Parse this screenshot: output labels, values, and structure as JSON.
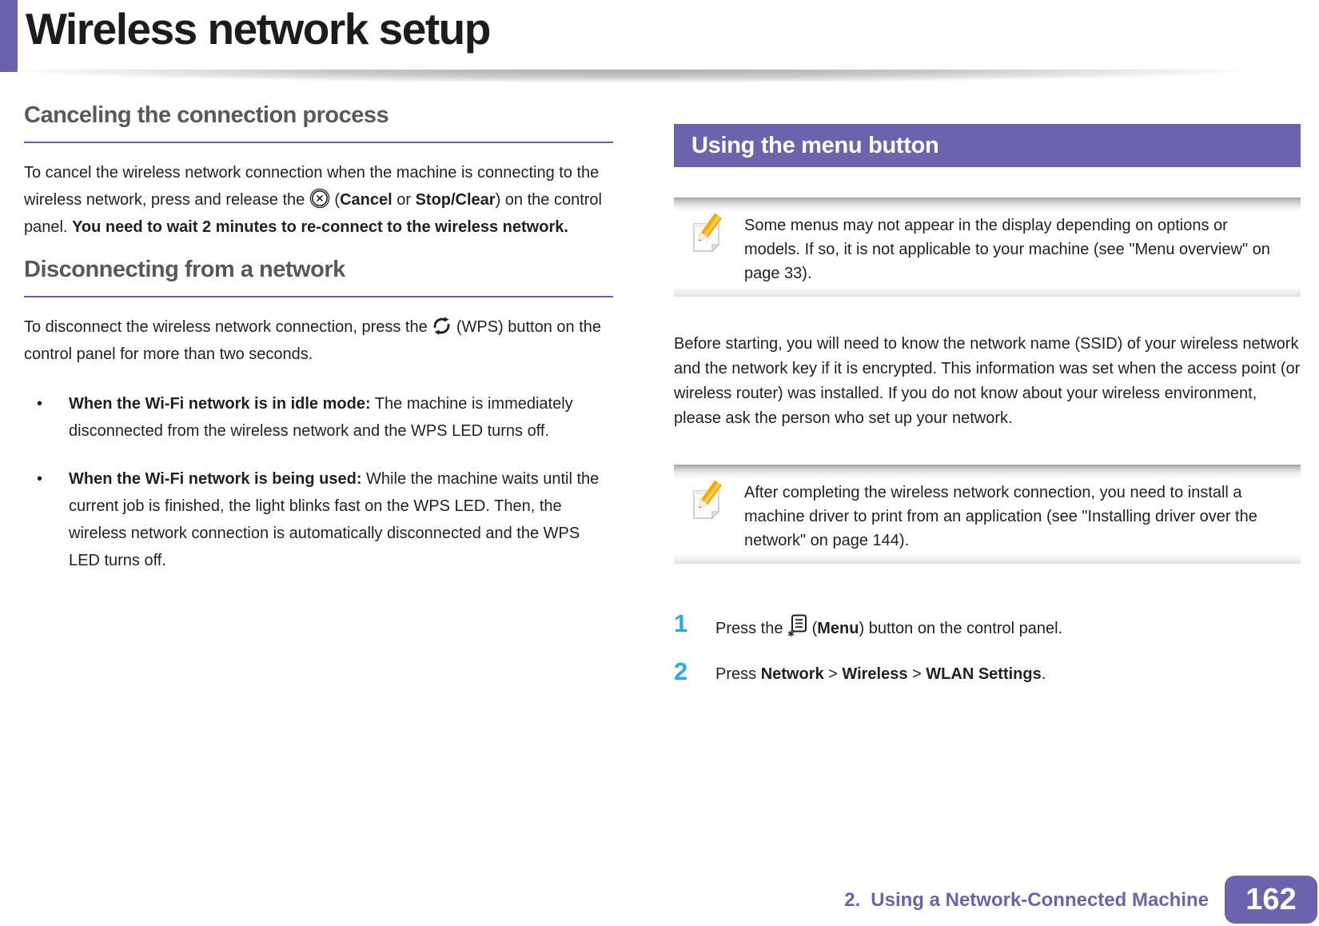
{
  "header": {
    "title": "Wireless network setup"
  },
  "left": {
    "section_cancel": {
      "heading": "Canceling the connection process",
      "p1": {
        "t1": "To cancel the wireless network connection when the machine is connecting to the wireless network, press and release the ",
        "t2": " (",
        "b1": "Cancel",
        "t3": " or ",
        "b2": "Stop/Clear",
        "t4": ") on the control panel. ",
        "b3": "You need to wait 2 minutes to re-connect to the wireless network."
      }
    },
    "section_disconnect": {
      "heading": "Disconnecting from a network",
      "p1": {
        "t1": "To disconnect the wireless network connection, press the ",
        "t2": " (WPS) button on the control panel for more than two seconds."
      },
      "bullets": [
        {
          "bold": "When the Wi-Fi network is in idle mode:",
          "rest": " The machine is immediately disconnected from the wireless network and the WPS LED turns off."
        },
        {
          "bold": "When the Wi-Fi network is being used:",
          "rest": " While the machine waits until the current job is finished, the light blinks fast on the WPS LED. Then, the wireless network connection is automatically disconnected and the WPS LED turns off."
        }
      ]
    }
  },
  "right": {
    "banner_title": "Using the menu button",
    "note1": "Some menus may not appear in the display depending on options or models. If so, it is not applicable to your machine (see \"Menu overview\" on page 33).",
    "intro": "Before starting, you will need to know the network name (SSID) of your wireless network and the network key if it is encrypted. This information was set when the access point (or wireless router) was installed. If you do not know about your wireless environment, please ask the person who set up your network.",
    "note2": "After completing the wireless network connection, you need to install a machine driver to print from an application (see \"Installing driver over the network\" on page 144).",
    "steps": [
      {
        "num": "1",
        "t1": "Press the ",
        "t2": " (",
        "b1": "Menu",
        "t3": ") button on the control panel."
      },
      {
        "num": "2",
        "t1": "Press ",
        "b1": "Network",
        "t2": " > ",
        "b2": "Wireless",
        "t3": " > ",
        "b3": "WLAN Settings",
        "t4": "."
      }
    ]
  },
  "footer": {
    "chapter": "2.",
    "chapter_title": "Using a Network-Connected Machine",
    "page_number": "162"
  },
  "icons": {
    "cancel": "circled-x-button",
    "wps": "circular-arrows-wps",
    "note": "pencil-on-paper-note",
    "menu": "document-list-with-asterisk"
  },
  "colors": {
    "accent_purple": "#6a61ab",
    "banner_purple": "#6b63ae",
    "step_cyan": "#29abe2",
    "heading_gray": "#58595b",
    "text_dark": "#231f20"
  }
}
